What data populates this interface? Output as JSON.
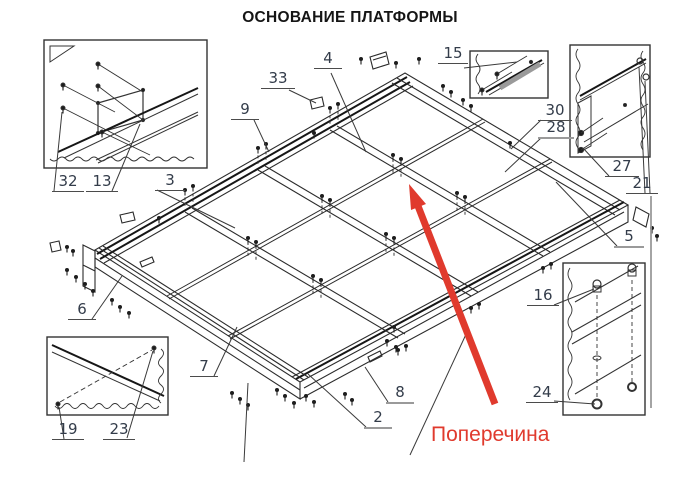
{
  "title": "ОСНОВАНИЕ ПЛАТФОРМЫ",
  "annotation": {
    "text": "Поперечина",
    "color": "#e03a2d"
  },
  "callouts": {
    "c2": "2",
    "c3": "3",
    "c4": "4",
    "c5": "5",
    "c6": "6",
    "c7": "7",
    "c8": "8",
    "c9": "9",
    "c13": "13",
    "c15": "15",
    "c16": "16",
    "c19": "19",
    "c21": "21",
    "c23": "23",
    "c24": "24",
    "c27": "27",
    "c28": "28",
    "c30": "30",
    "c32": "32",
    "c33": "33"
  },
  "colors": {
    "line": "#2b2b2b",
    "callout_text": "#333c4a",
    "accent_red": "#e03a2d",
    "background": "#ffffff"
  }
}
